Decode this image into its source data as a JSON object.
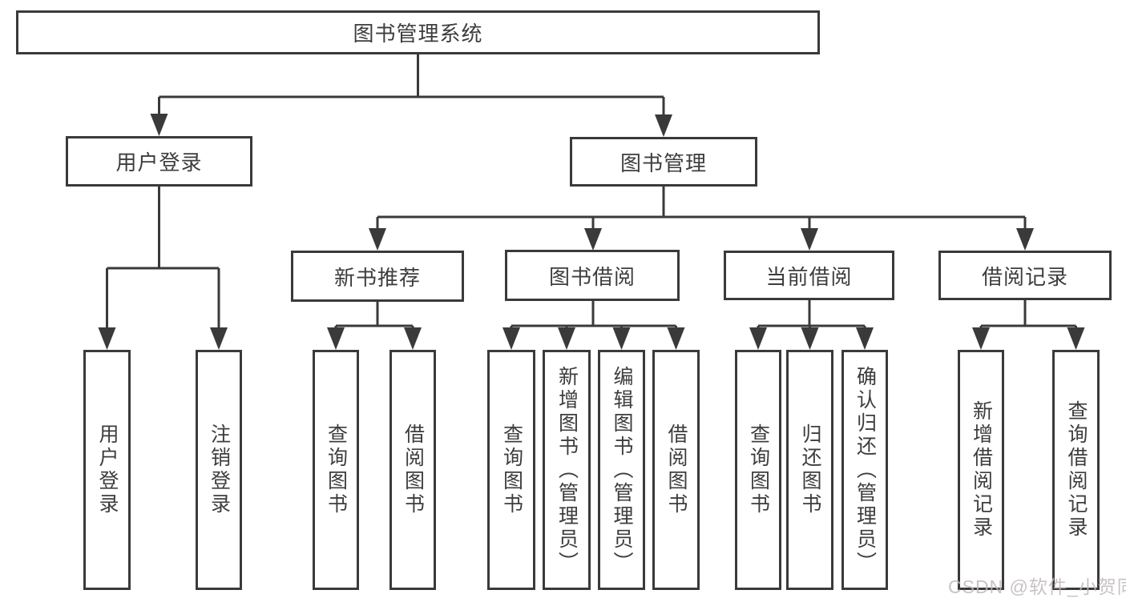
{
  "tree": {
    "root": {
      "label": "图书管理系统",
      "children": [
        {
          "label": "用户登录",
          "children": [
            {
              "label": "用户登录"
            },
            {
              "label": "注销登录"
            }
          ]
        },
        {
          "label": "图书管理",
          "children": [
            {
              "label": "新书推荐",
              "children": [
                {
                  "label": "查询图书"
                },
                {
                  "label": "借阅图书"
                }
              ]
            },
            {
              "label": "图书借阅",
              "children": [
                {
                  "label": "查询图书"
                },
                {
                  "label": "新增图书（管理员）"
                },
                {
                  "label": "编辑图书（管理员）"
                },
                {
                  "label": "借阅图书"
                }
              ]
            },
            {
              "label": "当前借阅",
              "children": [
                {
                  "label": "查询图书"
                },
                {
                  "label": "归还图书"
                },
                {
                  "label": "确认归还（管理员）"
                }
              ]
            },
            {
              "label": "借阅记录",
              "children": [
                {
                  "label": "新增借阅记录"
                },
                {
                  "label": "查询借阅记录"
                }
              ]
            }
          ]
        }
      ]
    }
  },
  "watermark": "CSDN @软件_小贺同学",
  "colors": {
    "line": "#3a3a3a",
    "text": "#3d3d3d",
    "watermark_text": "#c1b8b8",
    "background": "#ffffff"
  }
}
